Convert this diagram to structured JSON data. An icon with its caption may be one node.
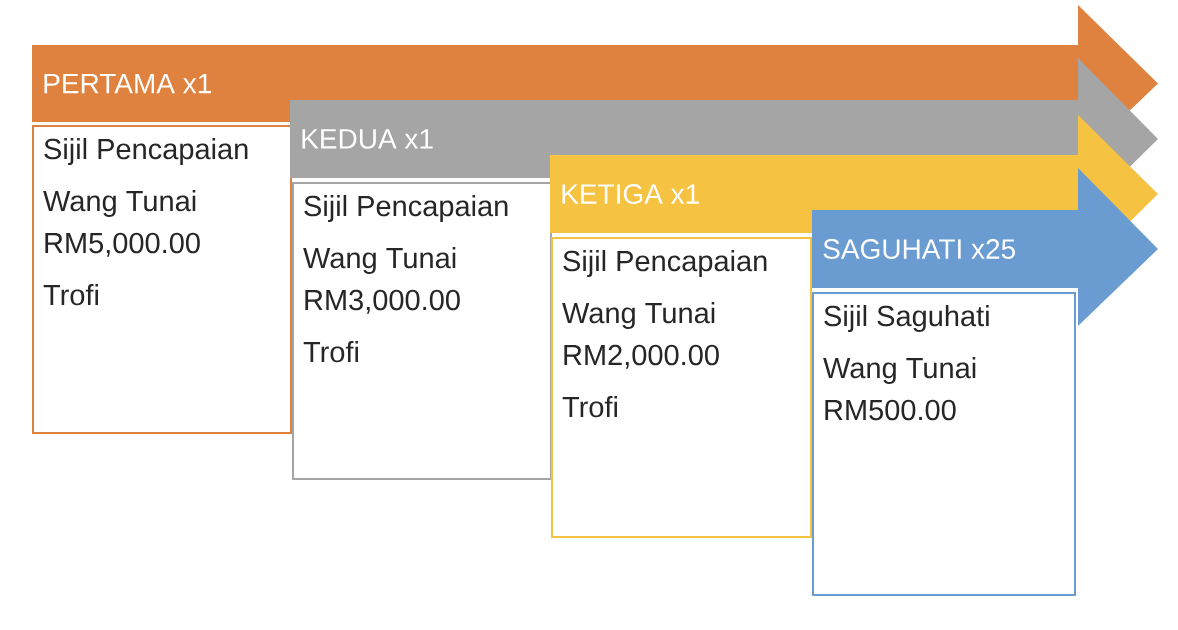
{
  "diagram": {
    "nodes": [
      {
        "text": [
          "PERTAMA x1"
        ]
      },
      {
        "text": [
          "Sijil Pencapaian",
          "Wang Tunai RM5,000.00",
          "Trofi"
        ]
      },
      {
        "text": [
          "KEDUA x1"
        ]
      },
      {
        "text": [
          "Sijil Pencapaian",
          "Wang Tunai RM3,000.00",
          "Trofi"
        ]
      },
      {
        "text": [
          "KETIGA x1"
        ]
      },
      {
        "text": [
          "Sijil Pencapaian",
          "Wang Tunai RM2,000.00",
          "Trofi"
        ]
      },
      {
        "text": [
          "SAGUHATI x25"
        ]
      },
      {
        "text": [
          "Sijil Saguhati",
          "Wang Tunai RM500.00"
        ]
      }
    ]
  }
}
